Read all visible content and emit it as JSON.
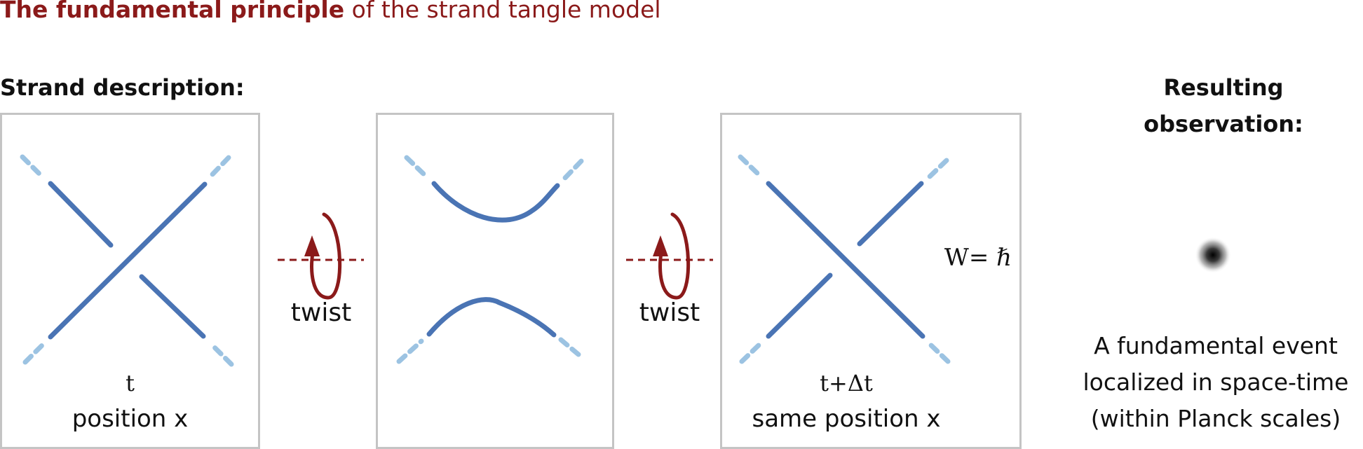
{
  "title": {
    "bold": "The fundamental principle",
    "rest": " of the strand tangle model"
  },
  "headings": {
    "left": "Strand description:",
    "right_line1": "Resulting",
    "right_line2": "observation:"
  },
  "panels": {
    "first": {
      "time": "t",
      "position": "position x"
    },
    "third": {
      "time": "t+Δt",
      "position": "same position x",
      "action": "W= ℏ"
    }
  },
  "twist_labels": [
    "twist",
    "twist"
  ],
  "observation": {
    "line1": "A fundamental event",
    "line2": "localized in space-time",
    "line3": "(within Planck scales)"
  },
  "colors": {
    "strand": "#4a74b4",
    "strand_faded": "#9cc3e2",
    "accent": "#8b1a1a",
    "panel_border": "#c4c4c4"
  }
}
